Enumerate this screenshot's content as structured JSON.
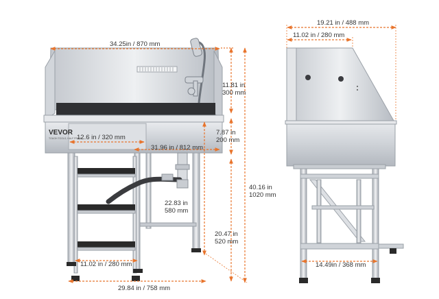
{
  "brand": "VEVOR",
  "brand_sub": "TOUGH TOOLS, HALF PRICE",
  "colors": {
    "dimension": "#e8742c",
    "steel_light": "#dcdfe3",
    "steel_mid": "#b9bec5",
    "steel_dark": "#8f959d",
    "rubber": "#2a2a2a",
    "text": "#333333"
  },
  "front_view": {
    "top_width": "34.25in / 870 mm",
    "backsplash_height": "11.81 in\n300 mm",
    "basin_depth": "7.87 in\n200 mm",
    "basin_width": "31.96 in / 812 mm",
    "inner_panel": "12.6 in / 320 mm",
    "total_height": "40.16 in\n1020 mm",
    "basin_to_floor": "22.83 in\n580 mm",
    "leg_height": "20.47 in\n520 mm",
    "step_width": "11.02 in / 280 mm",
    "base_width": "29.84 in / 758 mm"
  },
  "side_view": {
    "total_depth": "19.21 in / 488 mm",
    "top_depth": "11.02 in / 280 mm",
    "frame_depth": "14.49in / 368 mm"
  }
}
